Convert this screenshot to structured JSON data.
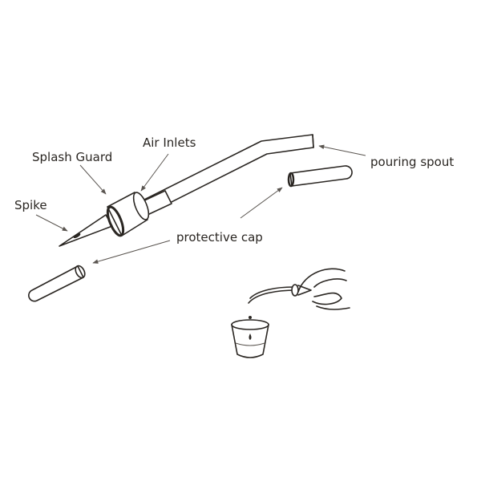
{
  "labels": {
    "air_inlets": "Air Inlets",
    "splash_guard": "Splash Guard",
    "spike": "Spike",
    "pouring_spout": "pouring spout",
    "protective_cap": "protective cap"
  },
  "colors": {
    "ink": "#2a2622",
    "background": "#ffffff"
  }
}
